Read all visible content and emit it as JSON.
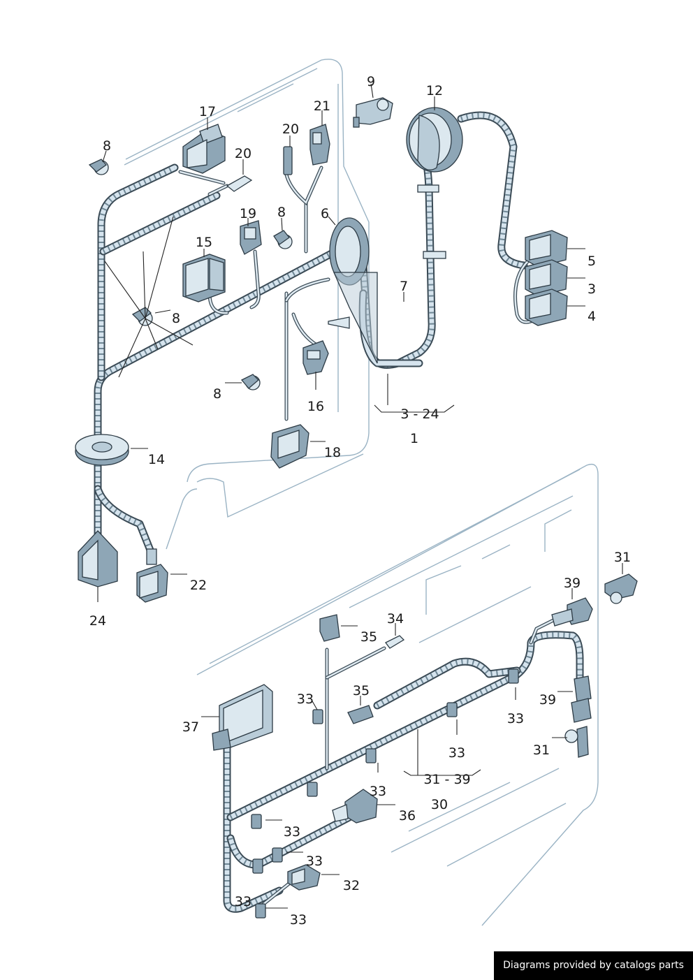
{
  "diagram": {
    "upper_group": {
      "labels": [
        "9",
        "12",
        "17",
        "21",
        "20",
        "20",
        "8",
        "8",
        "19",
        "6",
        "15",
        "5",
        "3",
        "7",
        "8",
        "4",
        "8",
        "16",
        "3 - 24",
        "14",
        "18",
        "1",
        "22",
        "24"
      ]
    },
    "lower_group": {
      "labels": [
        "31",
        "39",
        "34",
        "35",
        "33",
        "35",
        "39",
        "37",
        "33",
        "31",
        "33",
        "31 - 39",
        "33",
        "36",
        "30",
        "33",
        "33",
        "32",
        "33",
        "33"
      ]
    }
  },
  "footer": {
    "text": "Diagrams provided by catalogs parts",
    "background": "#000000",
    "color": "#ffffff"
  },
  "colors": {
    "panel_outline": "#9ab3c4",
    "harness_fill": "#d6e4ee",
    "harness_outline": "#3a4a55",
    "part_fill": "#b9ccd8"
  }
}
